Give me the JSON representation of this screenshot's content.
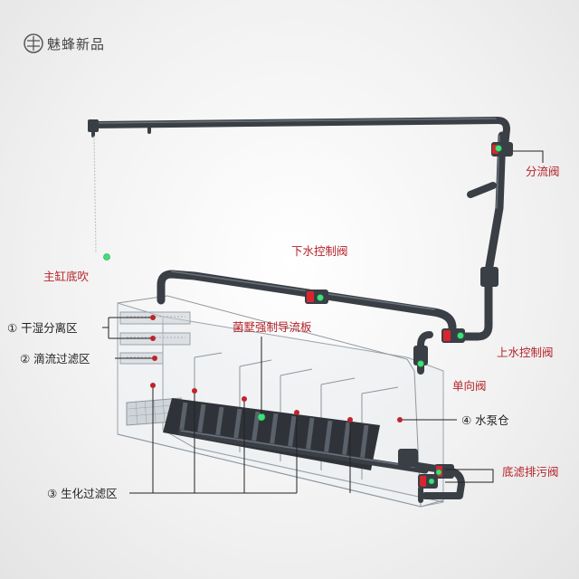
{
  "brand": {
    "name": "魅蜂新品"
  },
  "labels": {
    "split_valve": "分流阀",
    "main_tank_bottom_blow": "主缸底吹",
    "down_water_valve": "下水控制阀",
    "bacteria_flow_board": "菌墅强制导流板",
    "dry_wet_separation": "① 干湿分离区",
    "drip_filter": "② 滴流过滤区",
    "up_water_valve": "上水控制阀",
    "check_valve": "单向阀",
    "pump_chamber": "④ 水泵仓",
    "bottom_drain_valve": "底滤排污阀",
    "bio_filter": "③ 生化过滤区"
  },
  "colors": {
    "pipe": "#3a3f46",
    "valve": "#d8262e",
    "label_red": "#b5232a",
    "marker_green": "#3fe07a",
    "marker_red": "#c0232b"
  }
}
